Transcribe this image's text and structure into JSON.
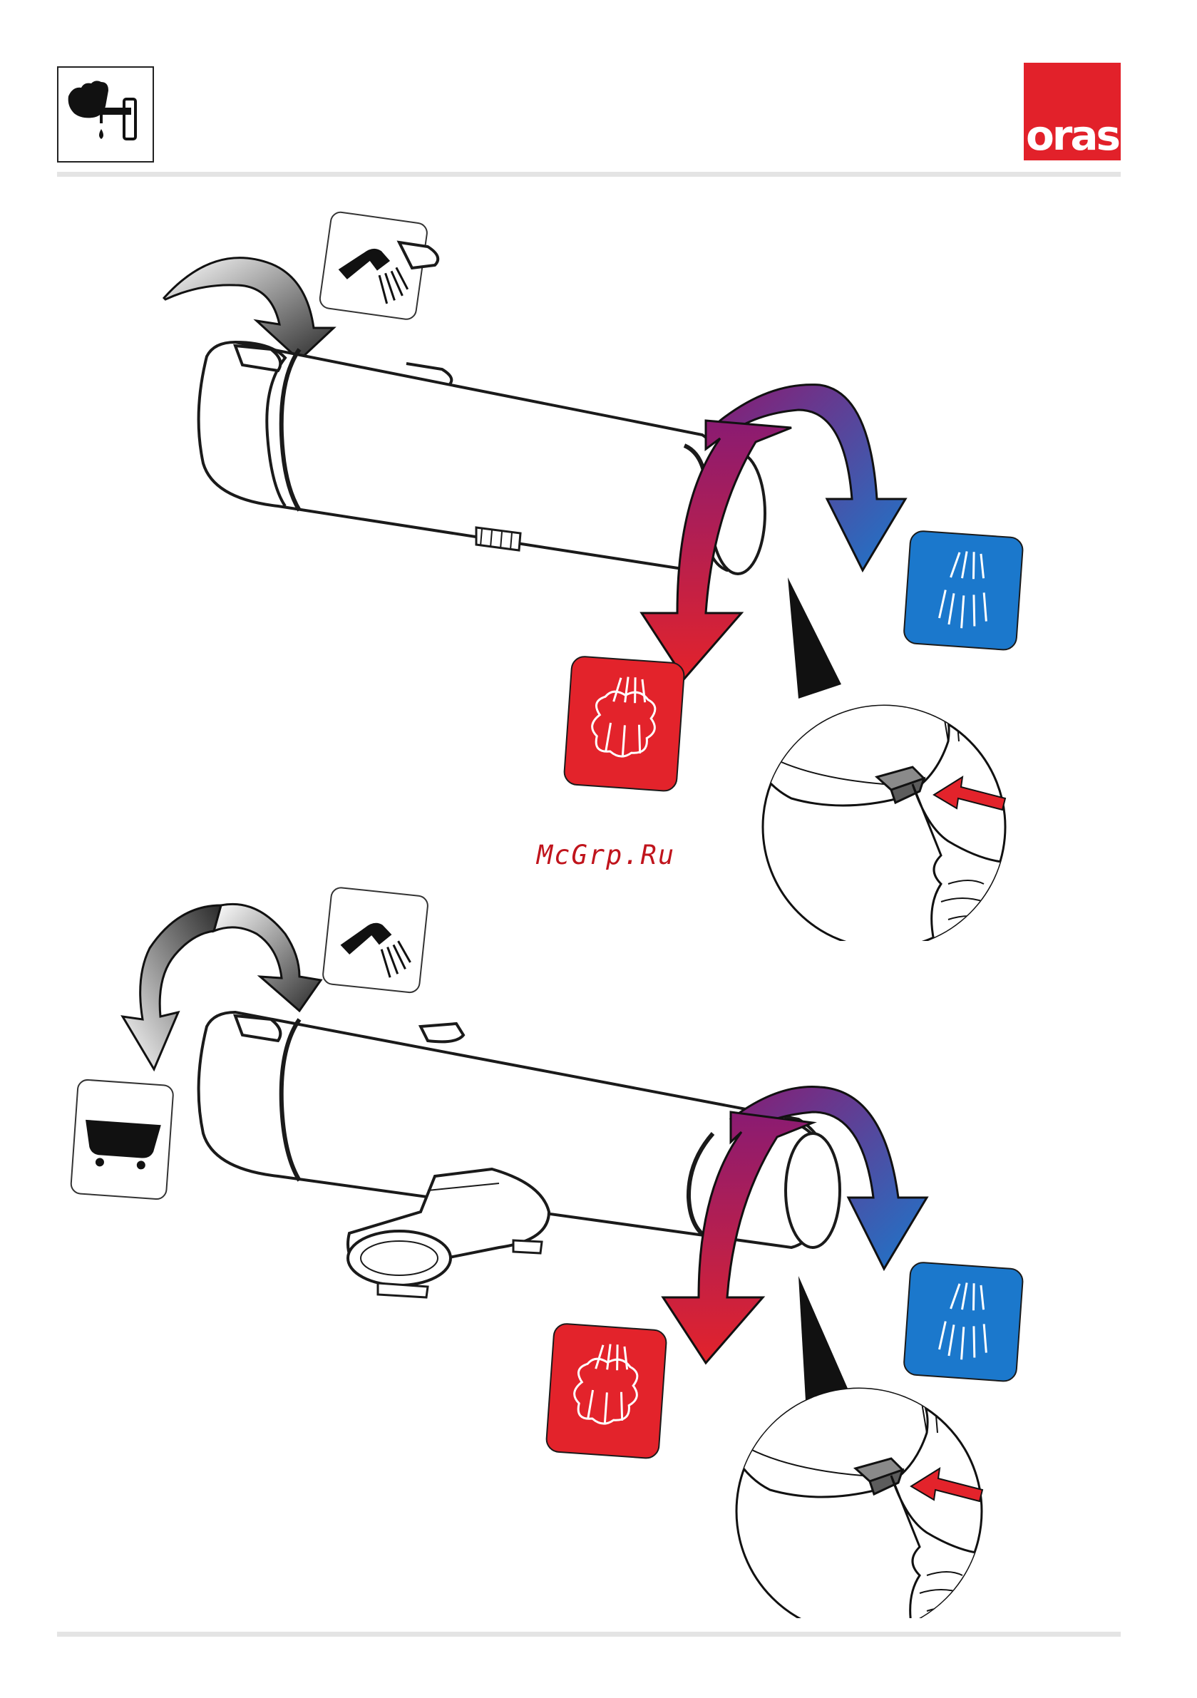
{
  "header": {
    "brand_logo_text": "oras",
    "brand_color": "#e2212a",
    "usage_icon": "hand-tap-icon"
  },
  "watermark": {
    "text": "McGrp.Ru"
  },
  "colors": {
    "hot": "#e3232b",
    "cold": "#1b78cc",
    "outline": "#1a1a1a",
    "rule": "#e4e4e4"
  },
  "figures": [
    {
      "subject": "shower-mixer",
      "icons": [
        "hand-shower-icon",
        "hot-water-icon",
        "cold-water-icon"
      ],
      "detail": "safety-button-detail"
    },
    {
      "subject": "bath-mixer",
      "icons": [
        "hand-shower-icon",
        "bathtub-icon",
        "hot-water-icon",
        "cold-water-icon"
      ],
      "detail": "safety-button-detail"
    }
  ]
}
